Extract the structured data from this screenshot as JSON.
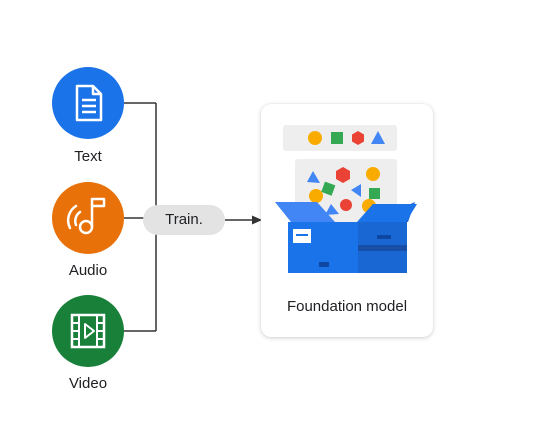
{
  "inputs": [
    {
      "label": "Text",
      "icon": "document-icon",
      "color": "#1a73e8"
    },
    {
      "label": "Audio",
      "icon": "music-note-icon",
      "color": "#e8710a"
    },
    {
      "label": "Video",
      "icon": "film-strip-icon",
      "color": "#188038"
    }
  ],
  "train_label": "Train.",
  "model_label": "Foundation model",
  "colors": {
    "connector": "#333333",
    "box_blue": "#1a73e8",
    "box_dark_blue": "#1967d2",
    "shape_orange": "#f9ab00",
    "shape_red": "#ea4335",
    "shape_green": "#34a853",
    "shape_blue": "#4285f4",
    "panel_gray": "#eeeeee"
  }
}
